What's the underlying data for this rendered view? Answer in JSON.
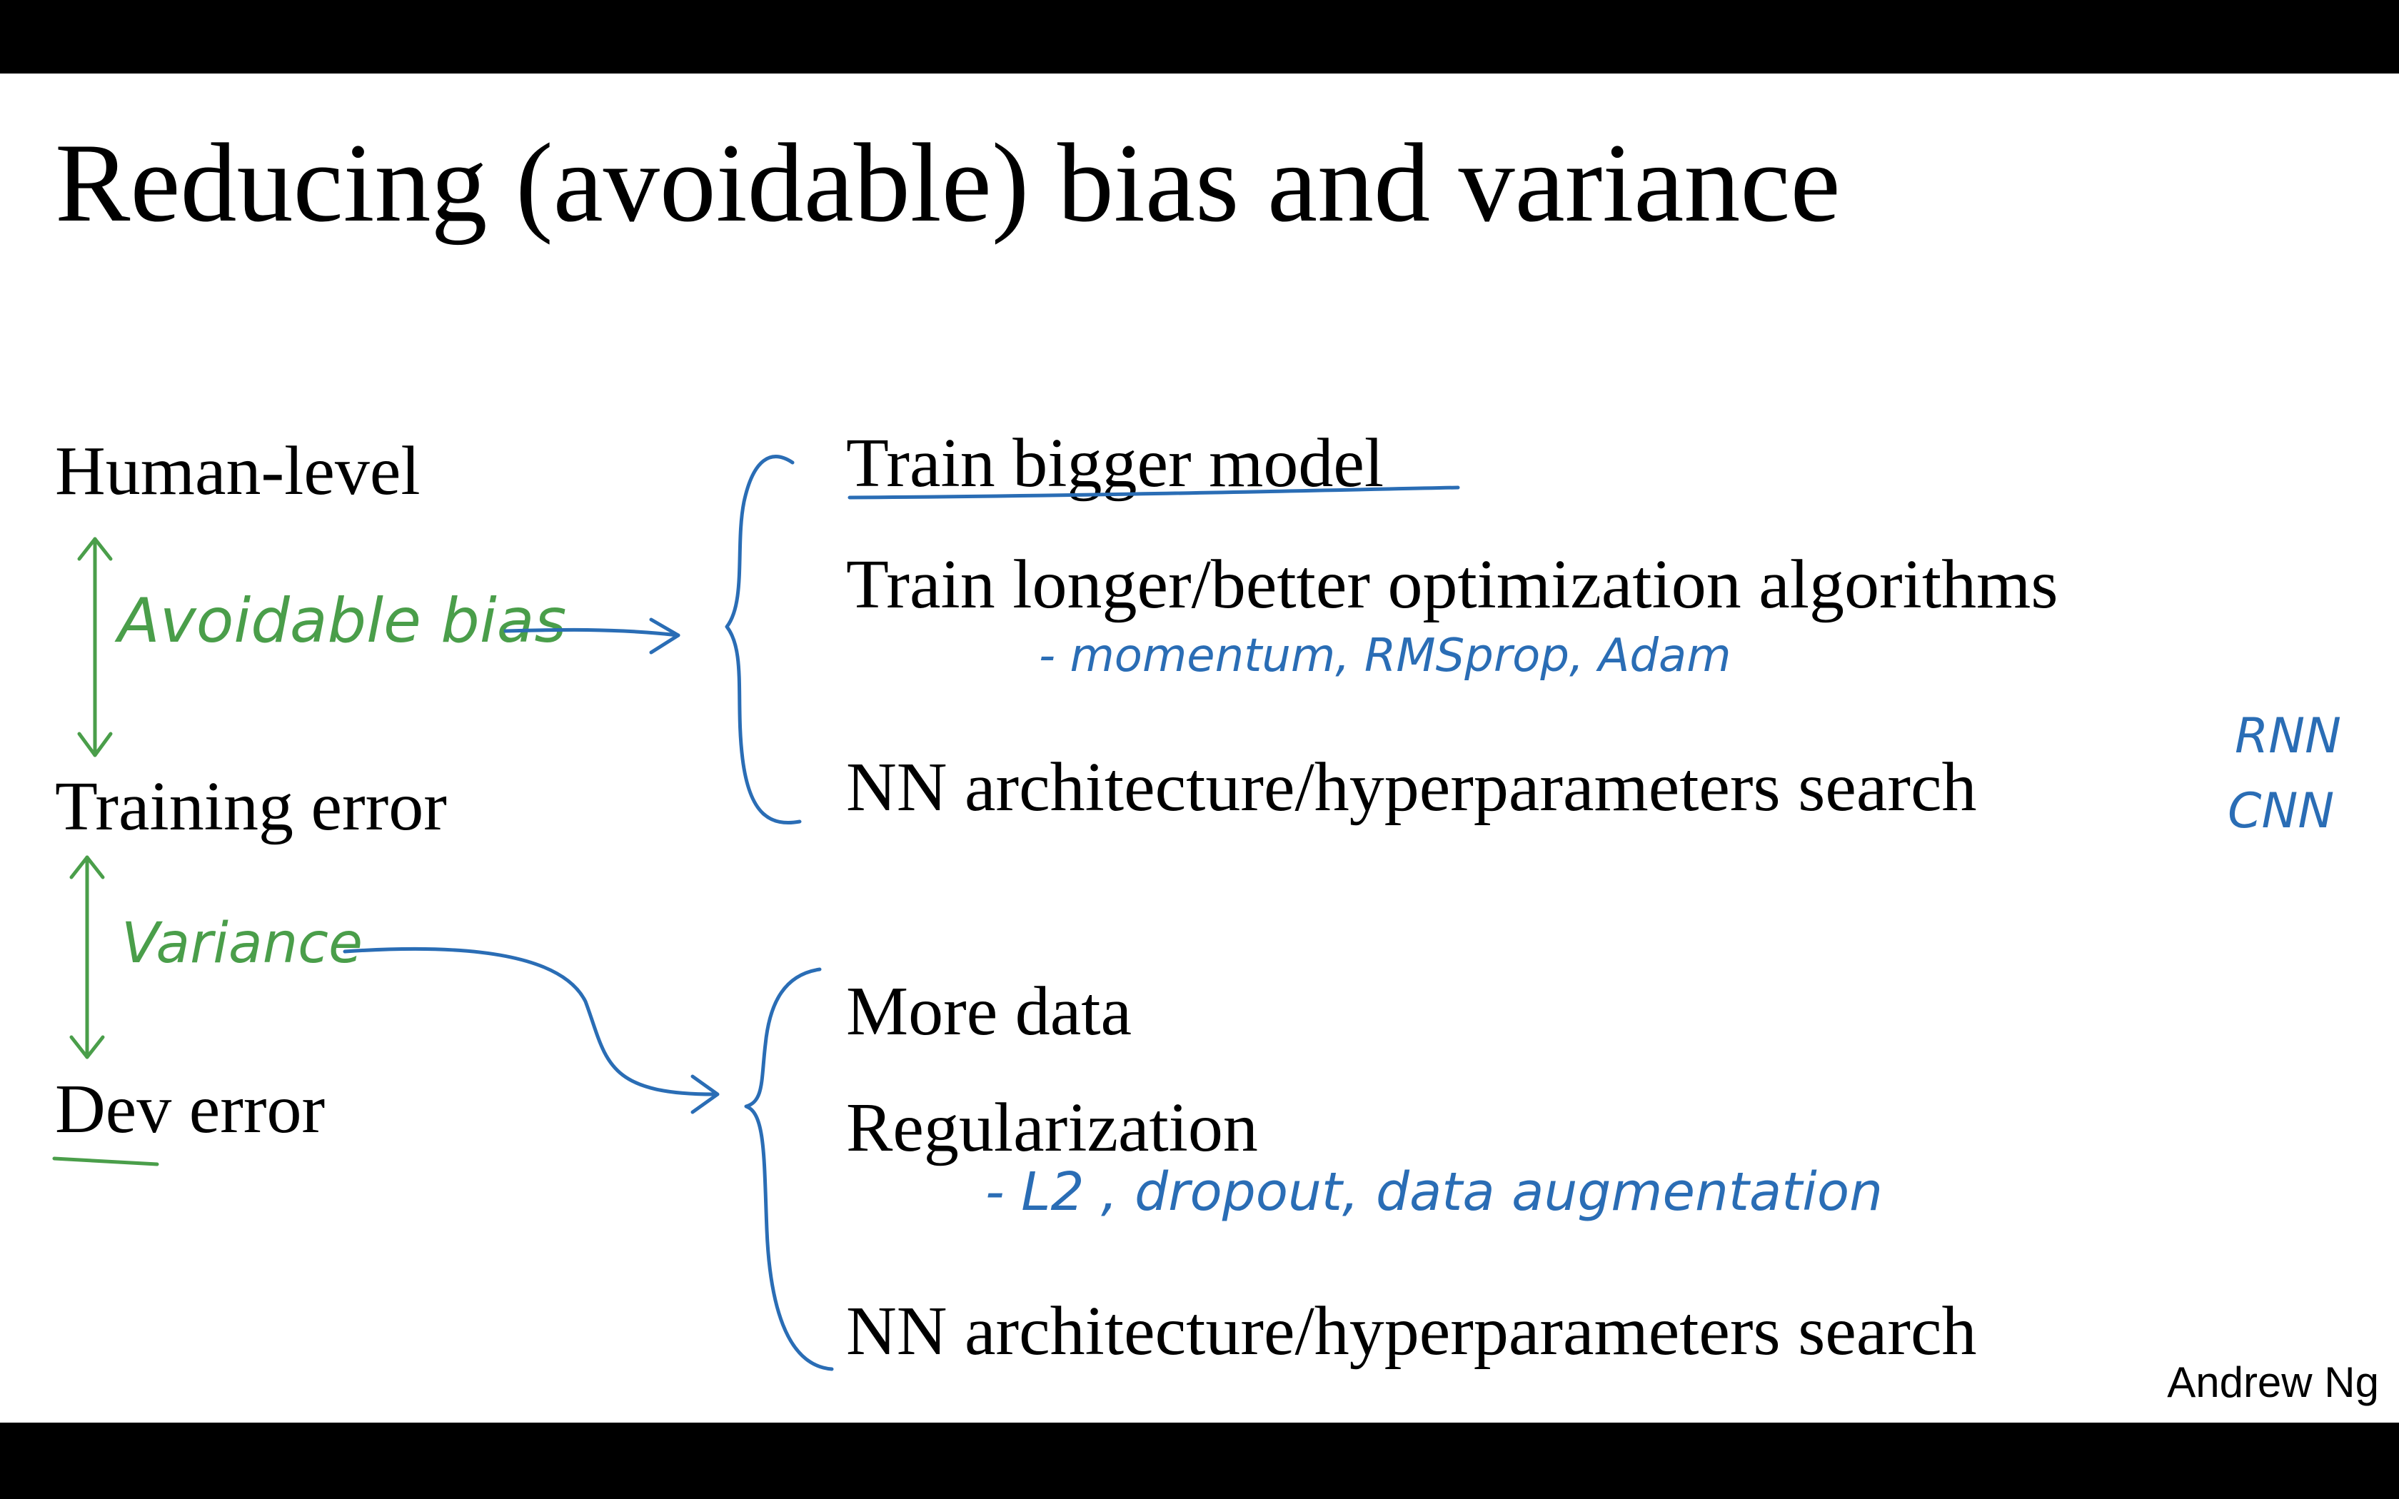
{
  "slide": {
    "title": "Reducing (avoidable) bias and variance",
    "left_labels": {
      "human_level": "Human-level",
      "training_error": "Training error",
      "dev_error": "Dev error"
    },
    "bias_options": [
      "Train bigger model",
      "Train longer/better optimization algorithms",
      "NN architecture/hyperparameters search"
    ],
    "variance_options": [
      "More data",
      "Regularization",
      "NN architecture/hyperparameters search"
    ],
    "annotations": {
      "avoidable_bias": "Avoidable bias",
      "variance": "Variance",
      "optimizers": "- momentum, RMSprop, Adam",
      "architectures_1": "RNN",
      "architectures_2": "CNN",
      "regularizers": "- L2 , dropout, data augmentation"
    },
    "credit": "Andrew Ng",
    "colors": {
      "background": "#ffffff",
      "letterbox": "#000000",
      "text": "#000000",
      "green_ink": "#4a9e4a",
      "blue_ink": "#2a6db5"
    }
  }
}
